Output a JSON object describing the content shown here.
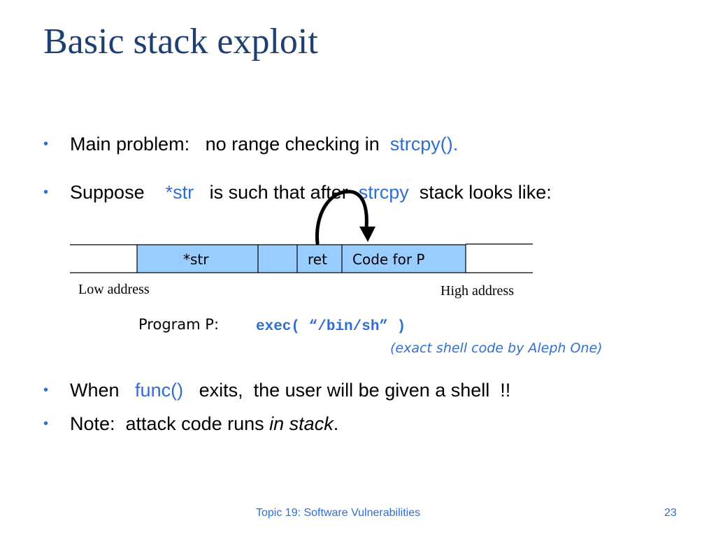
{
  "slide": {
    "title": "Basic stack exploit",
    "bullet_glyph": "•",
    "bullets": [
      {
        "pre": "Main problem:   no range checking in  ",
        "code": "strcpy().",
        "post": ""
      },
      {
        "pre": "Suppose    ",
        "code": "*str",
        "mid": "   is such that after  ",
        "code2": "strcpy",
        "post": "  stack looks like:"
      },
      {
        "pre": "When   ",
        "code": "func()",
        "post": "   exits,  the user will be given a shell  !!"
      },
      {
        "pre": "Note:  attack code runs ",
        "em": "in stack",
        "post": "."
      }
    ],
    "diagram": {
      "cells": [
        "*str",
        "",
        "ret",
        "Code for P"
      ],
      "low_address": "Low address",
      "high_address": "High address",
      "program_label": "Program P:",
      "program_code": "exec( “/bin/sh” )",
      "program_note": "(exact shell code by Aleph One)"
    },
    "footer": {
      "topic": "Topic 19: Software Vulnerabilities",
      "page_number": "23"
    },
    "colors": {
      "title": "#1f3f73",
      "accent": "#2f6fd1",
      "cell_fill": "#99ccff"
    }
  }
}
